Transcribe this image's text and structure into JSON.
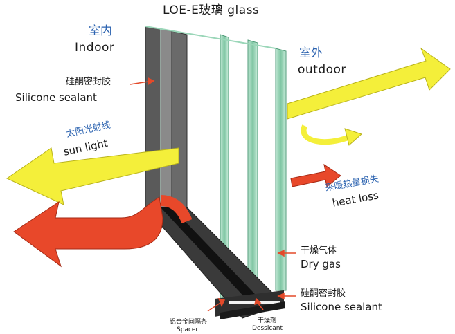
{
  "title": "LOE-E玻璃 glass",
  "indoor": {
    "cn": "室内",
    "en": "Indoor"
  },
  "outdoor": {
    "cn": "室外",
    "en": "outdoor"
  },
  "sealant_top": {
    "cn": "硅酮密封胶",
    "en": "Silicone sealant"
  },
  "sunlight": {
    "cn": "太阳光射线",
    "en": "sun light"
  },
  "heat_loss": {
    "cn": "采暖热量损失",
    "en": "heat loss"
  },
  "dry_gas": {
    "cn": "干燥气体",
    "en": "Dry gas"
  },
  "sealant_bottom": {
    "cn": "硅酮密封胶",
    "en": "Silicone sealant"
  },
  "spacer": {
    "cn": "铝合金间隔条",
    "en": "Spacer"
  },
  "dessicant": {
    "cn": "干燥剂",
    "en": "Dessicant"
  },
  "colors": {
    "sun_arrow": "#f4ef3a",
    "heat_arrow": "#e8482a",
    "glass_edge": "#86c9a8",
    "spacer": "#3a3a3a",
    "label_blue": "#2c63b0",
    "pointer": "#e34a2a"
  },
  "icons": [
    "sun-arrow-icon",
    "heat-arrow-icon",
    "reflection-arrow-icon",
    "pointer-arrow-icon"
  ]
}
